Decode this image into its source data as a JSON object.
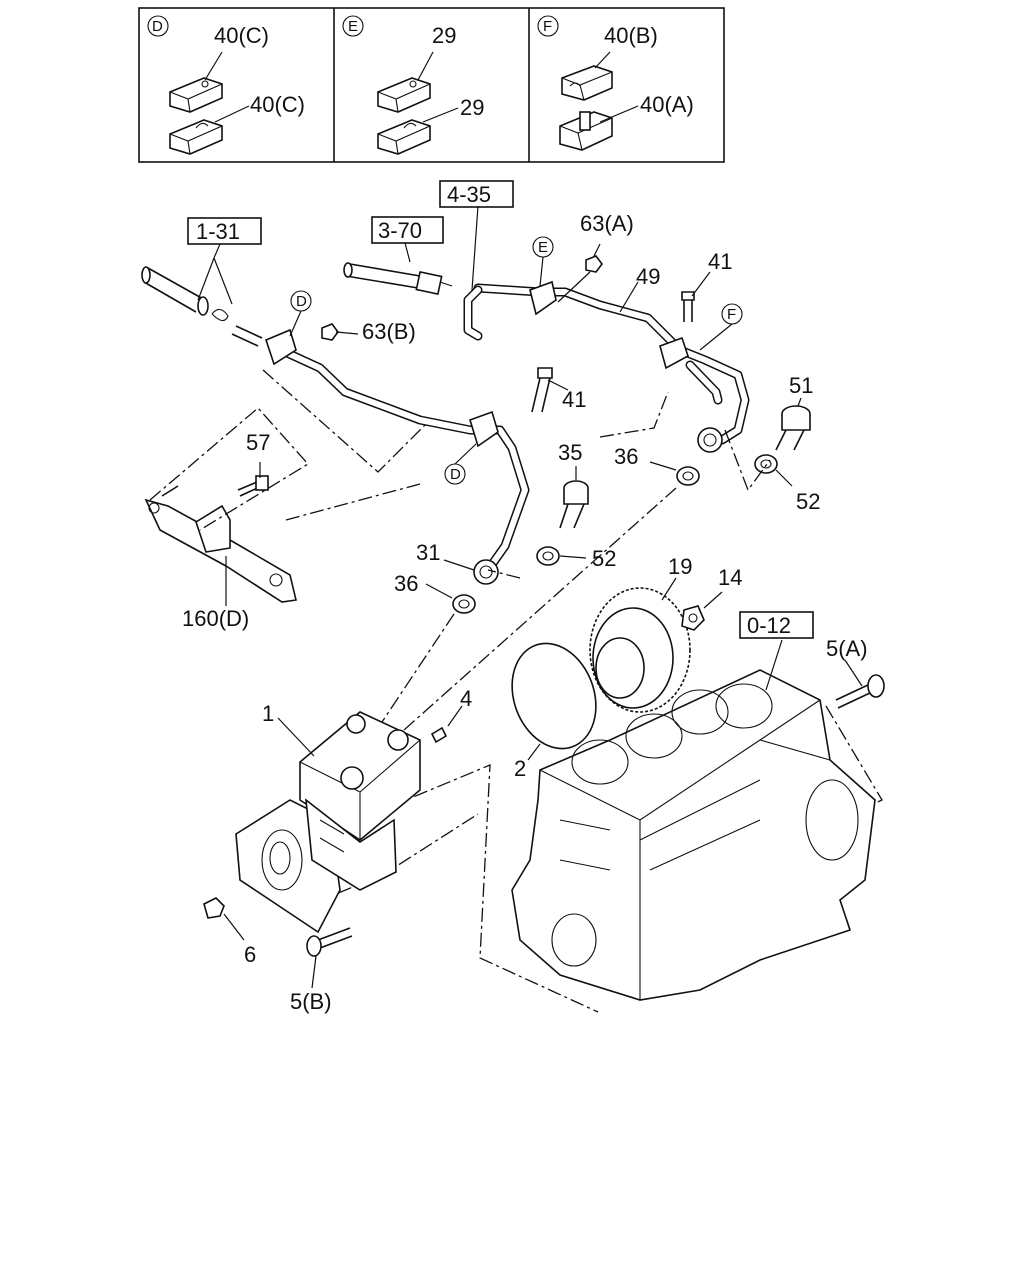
{
  "detail_boxes": [
    {
      "letter": "D",
      "top_label": "40(C)",
      "bottom_label": "40(C)"
    },
    {
      "letter": "E",
      "top_label": "29",
      "bottom_label": "29"
    },
    {
      "letter": "F",
      "top_label": "40(B)",
      "bottom_label": "40(A)"
    }
  ],
  "reference_boxes": {
    "ref_1_31": "1-31",
    "ref_3_70": "3-70",
    "ref_4_35": "4-35",
    "ref_0_12": "0-12"
  },
  "circle_markers": {
    "d_upper": "D",
    "d_lower": "D",
    "e": "E",
    "f": "F"
  },
  "callouts": {
    "p63a": "63(A)",
    "p49": "49",
    "p41_top": "41",
    "p63b": "63(B)",
    "p41_mid": "41",
    "p51": "51",
    "p57": "57",
    "p35": "35",
    "p36_right": "36",
    "p52_right": "52",
    "p31": "31",
    "p52_mid": "52",
    "p36_left": "36",
    "p160d": "160(D)",
    "p19": "19",
    "p14": "14",
    "p5a": "5(A)",
    "p1": "1",
    "p4": "4",
    "p2": "2",
    "p6": "6",
    "p5b": "5(B)"
  }
}
